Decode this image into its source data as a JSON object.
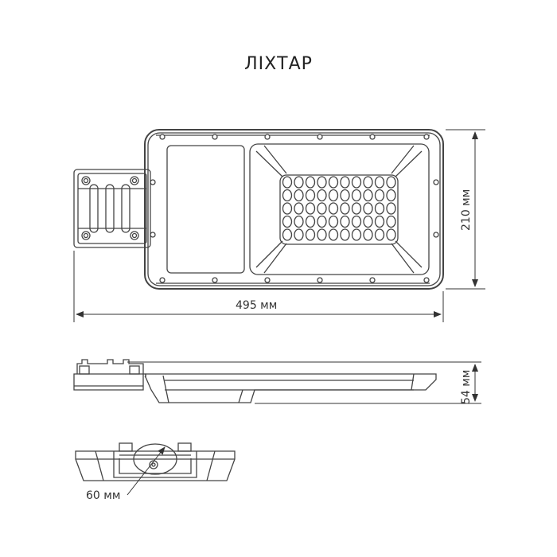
{
  "title": "ЛІХТАР",
  "dimensions": {
    "length": "495 мм",
    "width": "210 мм",
    "height": "54 мм",
    "pole_diameter": "60 мм"
  },
  "led_grid": {
    "rows": 5,
    "cols": 10
  },
  "colors": {
    "line": "#444444",
    "background": "#ffffff"
  }
}
